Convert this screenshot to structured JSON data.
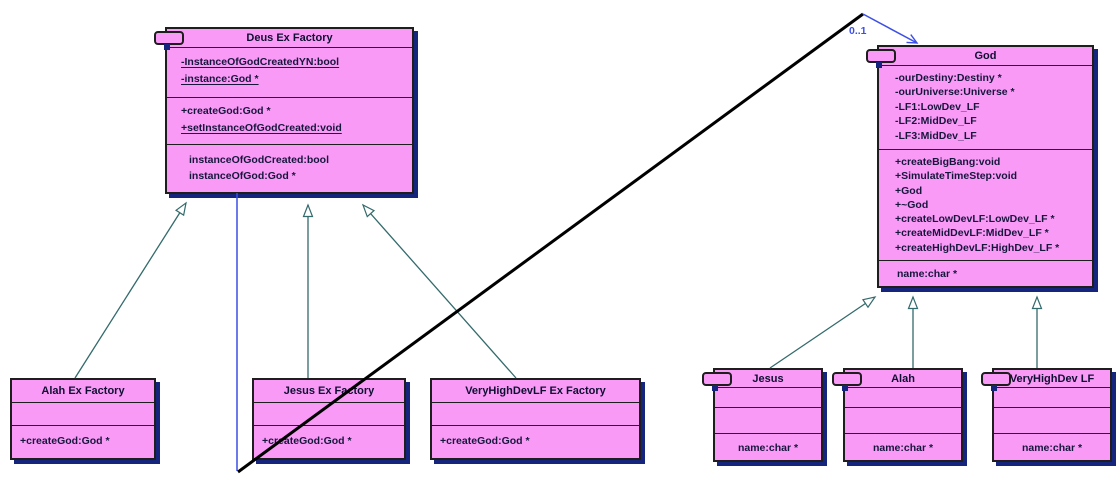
{
  "diagram": {
    "kind": "uml-class-diagram",
    "background": "#ffffff"
  },
  "colors": {
    "class_fill": "#f99bf6",
    "class_border": "#1e1e1e",
    "class_shadow": "#15257e",
    "inheritance_line": "#336a6c",
    "association_line": "#3b4fe6",
    "plain_line": "#000000",
    "text": "#16163d"
  },
  "association": {
    "multiplicity": "0..1"
  },
  "classes": [
    {
      "id": "deus-ex-factory",
      "title": "Deus Ex Factory",
      "icon": "class-icon",
      "compartments": [
        {
          "rows": [
            {
              "text": "-InstanceOfGodCreatedYN:bool",
              "underline": true
            },
            {
              "text": "-instance:God *",
              "underline": true
            }
          ]
        },
        {
          "rows": [
            {
              "text": "+createGod:God *",
              "underline": false
            },
            {
              "text": "+setInstanceOfGodCreated:void",
              "underline": true
            }
          ]
        },
        {
          "rows": [
            {
              "text": "instanceOfGodCreated:bool",
              "underline": false
            },
            {
              "text": "instanceOfGod:God *",
              "underline": false
            }
          ]
        }
      ]
    },
    {
      "id": "god",
      "title": "God",
      "icon": "class-icon",
      "compartments": [
        {
          "rows": [
            {
              "text": "-ourDestiny:Destiny *",
              "underline": false
            },
            {
              "text": "-ourUniverse:Universe *",
              "underline": false
            },
            {
              "text": "-LF1:LowDev_LF",
              "underline": false
            },
            {
              "text": "-LF2:MidDev_LF",
              "underline": false
            },
            {
              "text": "-LF3:MidDev_LF",
              "underline": false
            }
          ]
        },
        {
          "rows": [
            {
              "text": "+createBigBang:void",
              "underline": false
            },
            {
              "text": "+SimulateTimeStep:void",
              "underline": false
            },
            {
              "text": "+God",
              "underline": false
            },
            {
              "text": "+~God",
              "underline": false
            },
            {
              "text": "+createLowDevLF:LowDev_LF *",
              "underline": false
            },
            {
              "text": "+createMidDevLF:MidDev_LF *",
              "underline": false
            },
            {
              "text": "+createHighDevLF:HighDev_LF *",
              "underline": false
            }
          ]
        },
        {
          "rows": [
            {
              "text": "name:char *",
              "underline": false
            }
          ]
        }
      ]
    },
    {
      "id": "alah-ex-factory",
      "title": "Alah Ex Factory",
      "icon": null,
      "compartments": [
        {
          "rows": []
        },
        {
          "rows": [
            {
              "text": "+createGod:God *",
              "underline": false
            }
          ]
        }
      ]
    },
    {
      "id": "jesus-ex-factory",
      "title": "Jesus Ex Factory",
      "icon": null,
      "compartments": [
        {
          "rows": []
        },
        {
          "rows": [
            {
              "text": "+createGod:God *",
              "underline": false
            }
          ]
        }
      ]
    },
    {
      "id": "veryhighdevlf-ex-factory",
      "title": "VeryHighDevLF Ex Factory",
      "icon": null,
      "compartments": [
        {
          "rows": []
        },
        {
          "rows": [
            {
              "text": "+createGod:God *",
              "underline": false
            }
          ]
        }
      ]
    },
    {
      "id": "jesus",
      "title": "Jesus",
      "icon": "class-icon",
      "compartments": [
        {
          "rows": []
        },
        {
          "rows": []
        },
        {
          "rows": [
            {
              "text": "name:char *",
              "underline": false
            }
          ]
        }
      ]
    },
    {
      "id": "alah",
      "title": "Alah",
      "icon": "class-icon",
      "compartments": [
        {
          "rows": []
        },
        {
          "rows": []
        },
        {
          "rows": [
            {
              "text": "name:char *",
              "underline": false
            }
          ]
        }
      ]
    },
    {
      "id": "veryhighdev-lf",
      "title": "VeryHighDev LF",
      "icon": "class-icon",
      "compartments": [
        {
          "rows": []
        },
        {
          "rows": []
        },
        {
          "rows": [
            {
              "text": "name:char *",
              "underline": false
            }
          ]
        }
      ]
    }
  ]
}
